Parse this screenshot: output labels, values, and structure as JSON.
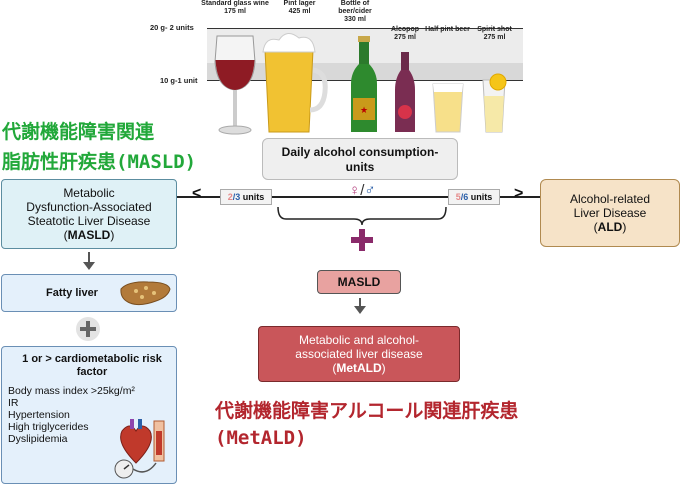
{
  "drinks": {
    "wine": "Standard glass wine\n175 ml",
    "lager": "Pint lager\n425 ml",
    "beer_bottle": "Bottle of beer/cider\n330 ml",
    "alcopop": "Alcopop\n275 ml",
    "half_pint": "Half pint beer",
    "spirit": "Spirit shot\n275 ml"
  },
  "units": {
    "top": "20 g- 2 units",
    "mid": "10 g-1 unit"
  },
  "jp_masld": [
    "代謝機能障害関連",
    "脂肪性肝疾患(MASLD)"
  ],
  "jp_metald": [
    "代謝機能障害アルコール関連肝疾患",
    "(MetALD)"
  ],
  "daily": "Daily alcohol consumption-\nunits",
  "left_symbol": "<",
  "right_symbol": ">",
  "left_units": {
    "a": "2",
    "b": "/3",
    "c": " units"
  },
  "right_units": {
    "a": "5",
    "b": "/6",
    "c": " units"
  },
  "gender_symbols": {
    "female": "♀",
    "slash": "/",
    "male": "♂"
  },
  "masld_box": {
    "line1": "Metabolic",
    "line2": "Dysfunction-Associated",
    "line3": "Steatotic Liver Disease",
    "open": "(",
    "abbr": "MASLD",
    "close": ")"
  },
  "ald_box": {
    "line1": "Alcohol-related",
    "line2": "Liver Disease",
    "open": "(",
    "abbr": "ALD",
    "close": ")"
  },
  "fatty_liver": "Fatty liver",
  "risk_title": "1 or > cardiometabolic risk factor",
  "risk_items": [
    "Body mass index >25kg/m²",
    "IR",
    "Hypertension",
    "High triglycerides",
    "Dyslipidemia"
  ],
  "masld_small": "MASLD",
  "metald_box": {
    "line1": "Metabolic and alcohol-",
    "line2": "associated liver disease",
    "open": "(",
    "abbr": "MetALD",
    "close": ")"
  },
  "colors": {
    "green_text": "#22a83a",
    "red_text": "#b3262e",
    "masld_fill": "#dff1f6",
    "ald_fill": "#f6e3c8",
    "metald_fill": "#c9565a",
    "pink": "#e8a2a0"
  }
}
